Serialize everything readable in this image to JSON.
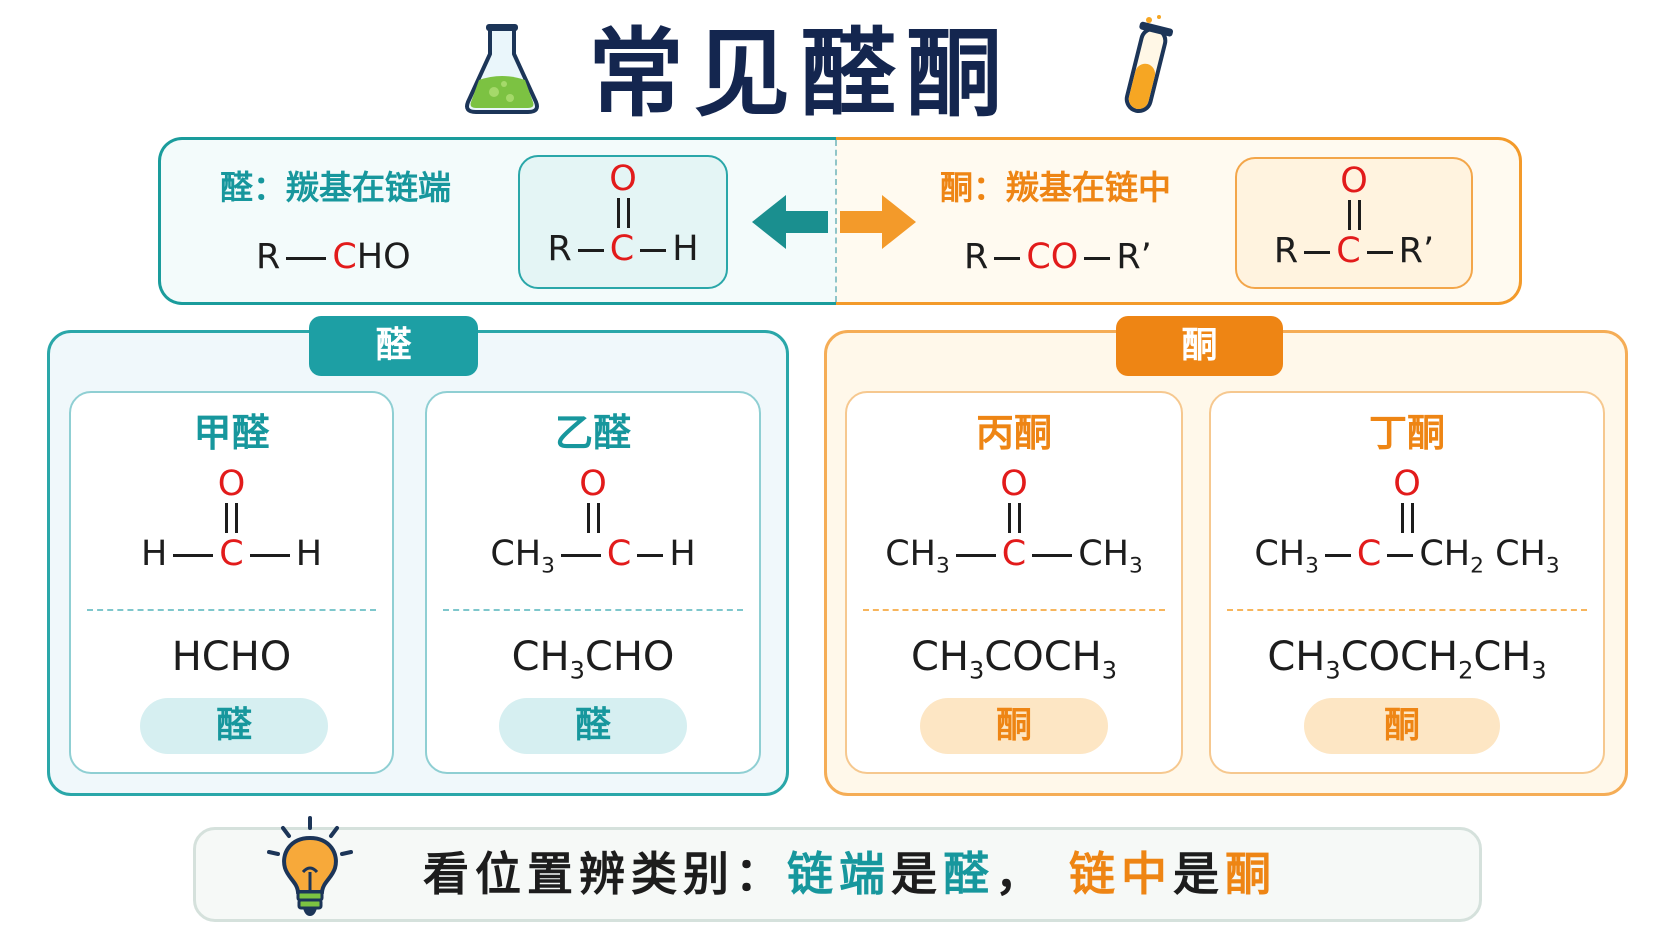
{
  "title": "常见醛酮",
  "overview": {
    "aldehyde": {
      "heading": "醛：羰基在链端",
      "formula": {
        "r": "R",
        "c": "C",
        "rest": "HO"
      },
      "structure": {
        "o": "O",
        "left": "R",
        "center": "C",
        "right": "H"
      }
    },
    "ketone": {
      "heading": "酮：羰基在链中",
      "formula": {
        "r": "R",
        "co": "CO",
        "rest": "R’"
      },
      "structure": {
        "o": "O",
        "left": "R",
        "center": "C",
        "right": "R’"
      }
    }
  },
  "sections": {
    "aldehyde_tag": "醛",
    "ketone_tag": "酮"
  },
  "compounds": [
    {
      "name": "甲醛",
      "o": "O",
      "left": "H",
      "center": "C",
      "right": "H",
      "condensed": "HCHO",
      "category": "醛"
    },
    {
      "name": "乙醛",
      "o": "O",
      "left_main": "CH",
      "left_sub": "3",
      "center": "C",
      "right": "H",
      "condensed_parts": [
        "CH",
        "3",
        "CHO"
      ],
      "category": "醛"
    },
    {
      "name": "丙酮",
      "o": "O",
      "left_main": "CH",
      "left_sub": "3",
      "center": "C",
      "right_main": "CH",
      "right_sub": "3",
      "condensed_parts": [
        "CH",
        "3",
        "COCH",
        "3"
      ],
      "category": "酮"
    },
    {
      "name": "丁酮",
      "o": "O",
      "left_main": "CH",
      "left_sub": "3",
      "center": "C",
      "right_a": "CH",
      "right_a_sub": "2",
      "right_b": "CH",
      "right_b_sub": "3",
      "condensed_parts": [
        "CH",
        "3",
        "COCH",
        "2",
        "CH",
        "3"
      ],
      "category": "酮"
    }
  ],
  "footer": {
    "prefix": "看位置辨类别：",
    "chain_end": "链端",
    "is1": "是",
    "ald": "醛",
    "comma": "，",
    "chain_mid": "链中",
    "is2": "是",
    "ket": "酮"
  },
  "colors": {
    "teal": "#1d9fa4",
    "orange": "#ee8514",
    "navy": "#14264f",
    "red": "#e21b1b"
  },
  "icons": [
    "flask-icon",
    "test-tube-icon",
    "double-arrow-icon",
    "lightbulb-icon"
  ]
}
